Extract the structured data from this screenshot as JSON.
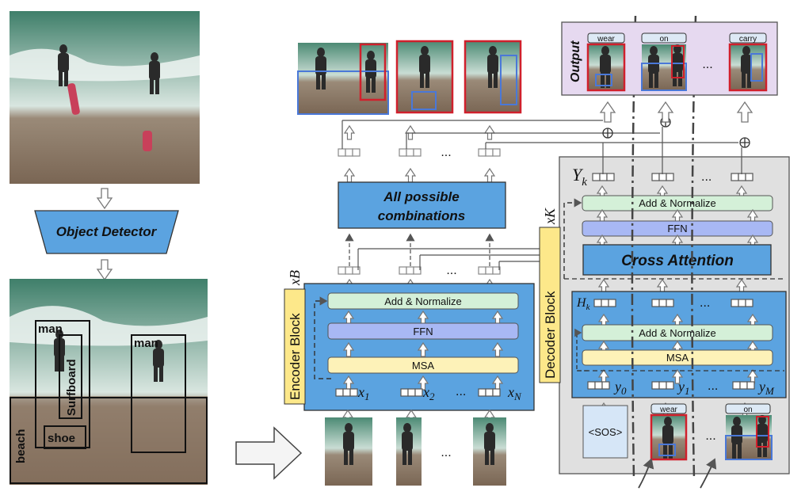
{
  "detector": {
    "label": "Object Detector",
    "boxes": {
      "man_left": "man",
      "man_right": "man",
      "surfboard": "Surfboard",
      "shoe": "shoe",
      "beach": "beach"
    }
  },
  "encoder": {
    "side_label": "Encoder Block",
    "repeat": "xB",
    "add_norm": "Add & Normalize",
    "ffn": "FFN",
    "msa": "MSA",
    "inputs": [
      "x",
      "x",
      "x"
    ],
    "input_subs": [
      "1",
      "2",
      "N"
    ],
    "ellipsis": "..."
  },
  "combinations": {
    "label_line1": "All possible",
    "label_line2": "combinations"
  },
  "decoder": {
    "side_label": "Decoder Block",
    "repeat": "xK",
    "outer_output": "Y",
    "outer_output_sub": "k",
    "outer_add_norm": "Add & Normalize",
    "outer_ffn": "FFN",
    "cross_attention": "Cross Attention",
    "inner_output": "H",
    "inner_output_sub": "k",
    "inner_add_norm": "Add & Normalize",
    "inner_msa": "MSA",
    "inputs": [
      "y",
      "y",
      "y"
    ],
    "input_subs": [
      "0",
      "1",
      "M"
    ],
    "sos": "<SOS>",
    "input_captions": [
      "wear",
      "on"
    ],
    "ellipsis": "..."
  },
  "output": {
    "title": "Output",
    "predicates": [
      "wear",
      "on",
      "carry"
    ],
    "ellipsis": "..."
  },
  "colors": {
    "blue_block": "#5ba3e0",
    "green_layer": "#d4f0d8",
    "purple_layer": "#a8b8f4",
    "yellow_layer": "#fdf2b8",
    "yellow_label": "#fde88a",
    "output_panel": "#e6d9f0",
    "decoder_panel": "#e0e0e0",
    "red_box": "#d0202c",
    "blue_box": "#4a78d8"
  }
}
